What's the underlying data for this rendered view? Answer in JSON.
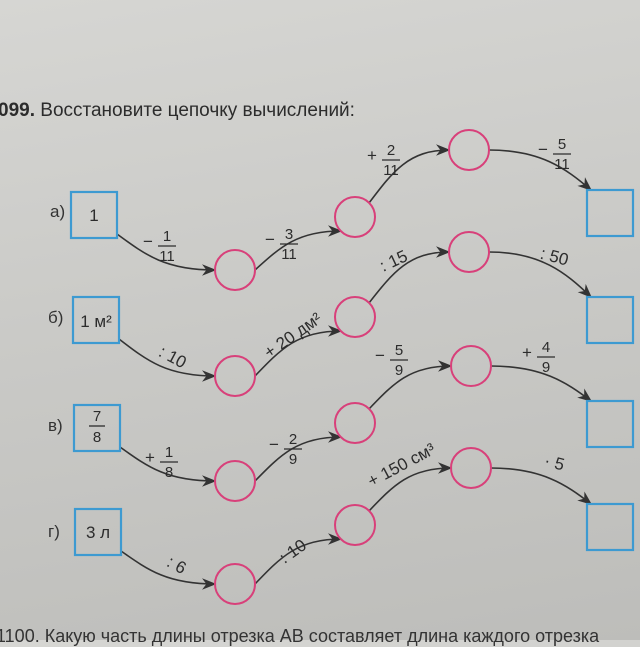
{
  "exercise": {
    "number": "099.",
    "instruction": "Восстановите цепочку вычислений:"
  },
  "footer_text": "1100. Какую часть длины отрезка AB составляет длина каждого отрезка",
  "colors": {
    "box": "#3d9ad1",
    "circle": "#d8407a",
    "arrow": "#333333"
  },
  "chains": {
    "a": {
      "label": "а)",
      "start": "1",
      "ops": [
        {
          "sign": "−",
          "num": "1",
          "den": "11"
        },
        {
          "sign": "−",
          "num": "3",
          "den": "11"
        },
        {
          "sign": "+",
          "num": "2",
          "den": "11"
        },
        {
          "sign": "−",
          "num": "5",
          "den": "11"
        }
      ]
    },
    "b": {
      "label": "б)",
      "start": "1 м²",
      "ops": [
        ": 10",
        "+ 20 дм²",
        ": 15",
        ": 50"
      ]
    },
    "v": {
      "label": "в)",
      "start": {
        "num": "7",
        "den": "8"
      },
      "ops": [
        {
          "sign": "+",
          "num": "1",
          "den": "8"
        },
        {
          "sign": "−",
          "num": "2",
          "den": "9"
        },
        {
          "sign": "−",
          "num": "5",
          "den": "9"
        },
        {
          "sign": "+",
          "num": "4",
          "den": "9"
        }
      ]
    },
    "g": {
      "label": "г)",
      "start": "3 л",
      "ops": [
        ": 6",
        ": 10",
        "+ 150 см³",
        "· 5"
      ]
    }
  }
}
